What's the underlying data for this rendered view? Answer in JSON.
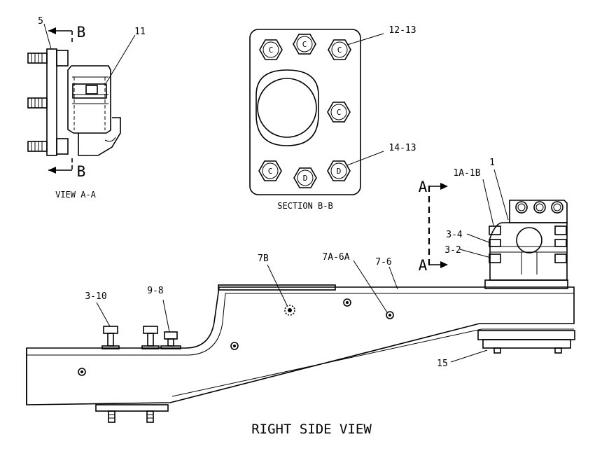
{
  "views": {
    "view_aa": "VIEW A-A",
    "section_bb": "SECTION B-B",
    "right_side": "RIGHT SIDE VIEW"
  },
  "section_markers": {
    "b_top": "B",
    "b_bottom": "B",
    "a_top": "A",
    "a_bottom": "A"
  },
  "callouts": {
    "c5": "5",
    "c11": "11",
    "c12_13": "12-13",
    "c14_13": "14-13",
    "c1": "1",
    "c1a_1b": "1A-1B",
    "c3_4": "3-4",
    "c3_2": "3-2",
    "c7b": "7B",
    "c7a_6a": "7A-6A",
    "c7_6": "7-6",
    "c3_10": "3-10",
    "c9_8": "9-8",
    "c15": "15"
  },
  "bolt_letters": {
    "b1": "C",
    "b2": "C",
    "b3": "C",
    "b4": "C",
    "b5": "C",
    "b6": "D",
    "b7": "D"
  }
}
